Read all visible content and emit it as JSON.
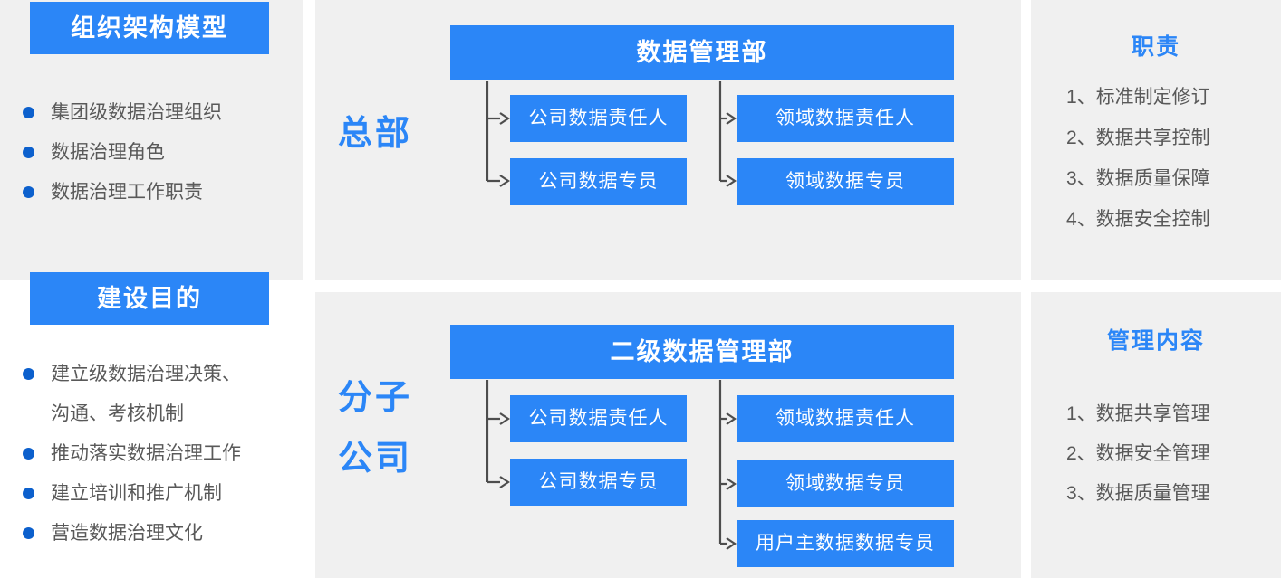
{
  "colors": {
    "accent_blue": "#2b86f7",
    "bullet_blue": "#0c60cd",
    "panel_gray": "#f0f0f0",
    "text_gray": "#595959",
    "connector_gray": "#4d4d4d"
  },
  "left": {
    "model": {
      "title": "组织架构模型",
      "items": [
        "集团级数据治理组织",
        "数据治理角色",
        "数据治理工作职责"
      ]
    },
    "purpose": {
      "title": "建设目的",
      "items": [
        "建立级数据治理决策、沟通、考核机制",
        "推动落实数据治理工作",
        "建立培训和推广机制",
        "营造数据治理文化"
      ]
    }
  },
  "org_hq": {
    "label": "总部",
    "dept": "数据管理部",
    "left_children": [
      "公司数据责任人",
      "公司数据专员"
    ],
    "right_children": [
      "领域数据责任人",
      "领域数据专员"
    ]
  },
  "org_sub": {
    "label_line1": "分子",
    "label_line2": "公司",
    "dept": "二级数据管理部",
    "left_children": [
      "公司数据责任人",
      "公司数据专员"
    ],
    "right_children": [
      "领域数据责任人",
      "领域数据专员",
      "用户主数据数据专员"
    ]
  },
  "right": {
    "duty": {
      "title": "职责",
      "items": [
        "1、标准制定修订",
        "2、数据共享控制",
        "3、数据质量保障",
        "4、数据安全控制"
      ]
    },
    "mgmt": {
      "title": "管理内容",
      "items": [
        "1、数据共享管理",
        "2、数据安全管理",
        "3、数据质量管理"
      ]
    }
  }
}
